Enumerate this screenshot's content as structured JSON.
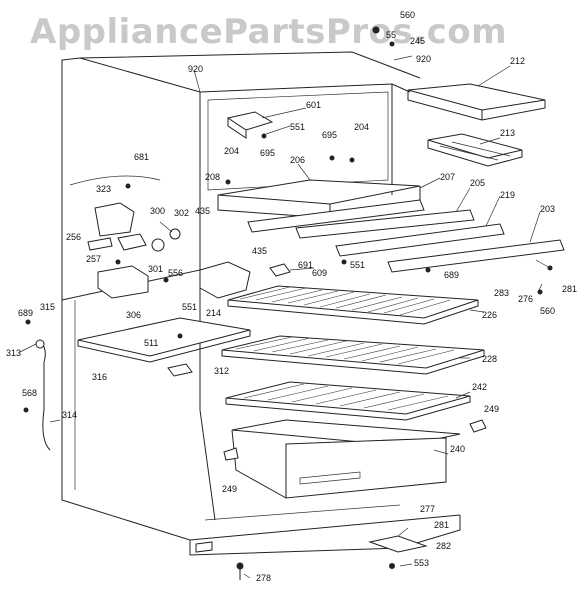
{
  "watermark": "AppliancePartsPros.com",
  "callouts": {
    "c560a": "560",
    "c55": "55",
    "c245": "245",
    "c920a": "920",
    "c920b": "920",
    "c212": "212",
    "c601": "601",
    "c551a": "551",
    "c695a": "695",
    "c204a": "204",
    "c204b": "204",
    "c695b": "695",
    "c213": "213",
    "c206": "206",
    "c681": "681",
    "c208": "208",
    "c207": "207",
    "c205": "205",
    "c219": "219",
    "c203": "203",
    "c323": "323",
    "c300": "300",
    "c302": "302",
    "c435a": "435",
    "c256": "256",
    "c257": "257",
    "c301": "301",
    "c556": "556",
    "c435b": "435",
    "c691": "691",
    "c609": "609",
    "c551b": "551",
    "c689a": "689",
    "c283": "283",
    "c276": "276",
    "c281a": "281",
    "c560b": "560",
    "c306": "306",
    "c551c": "551",
    "c214": "214",
    "c226": "226",
    "c689b": "689",
    "c315": "315",
    "c313": "313",
    "c511": "511",
    "c228": "228",
    "c312": "312",
    "c316": "316",
    "c568": "568",
    "c314": "314",
    "c242": "242",
    "c249a": "249",
    "c240": "240",
    "c249b": "249",
    "c277": "277",
    "c281b": "281",
    "c282": "282",
    "c553": "553",
    "c278": "278"
  }
}
